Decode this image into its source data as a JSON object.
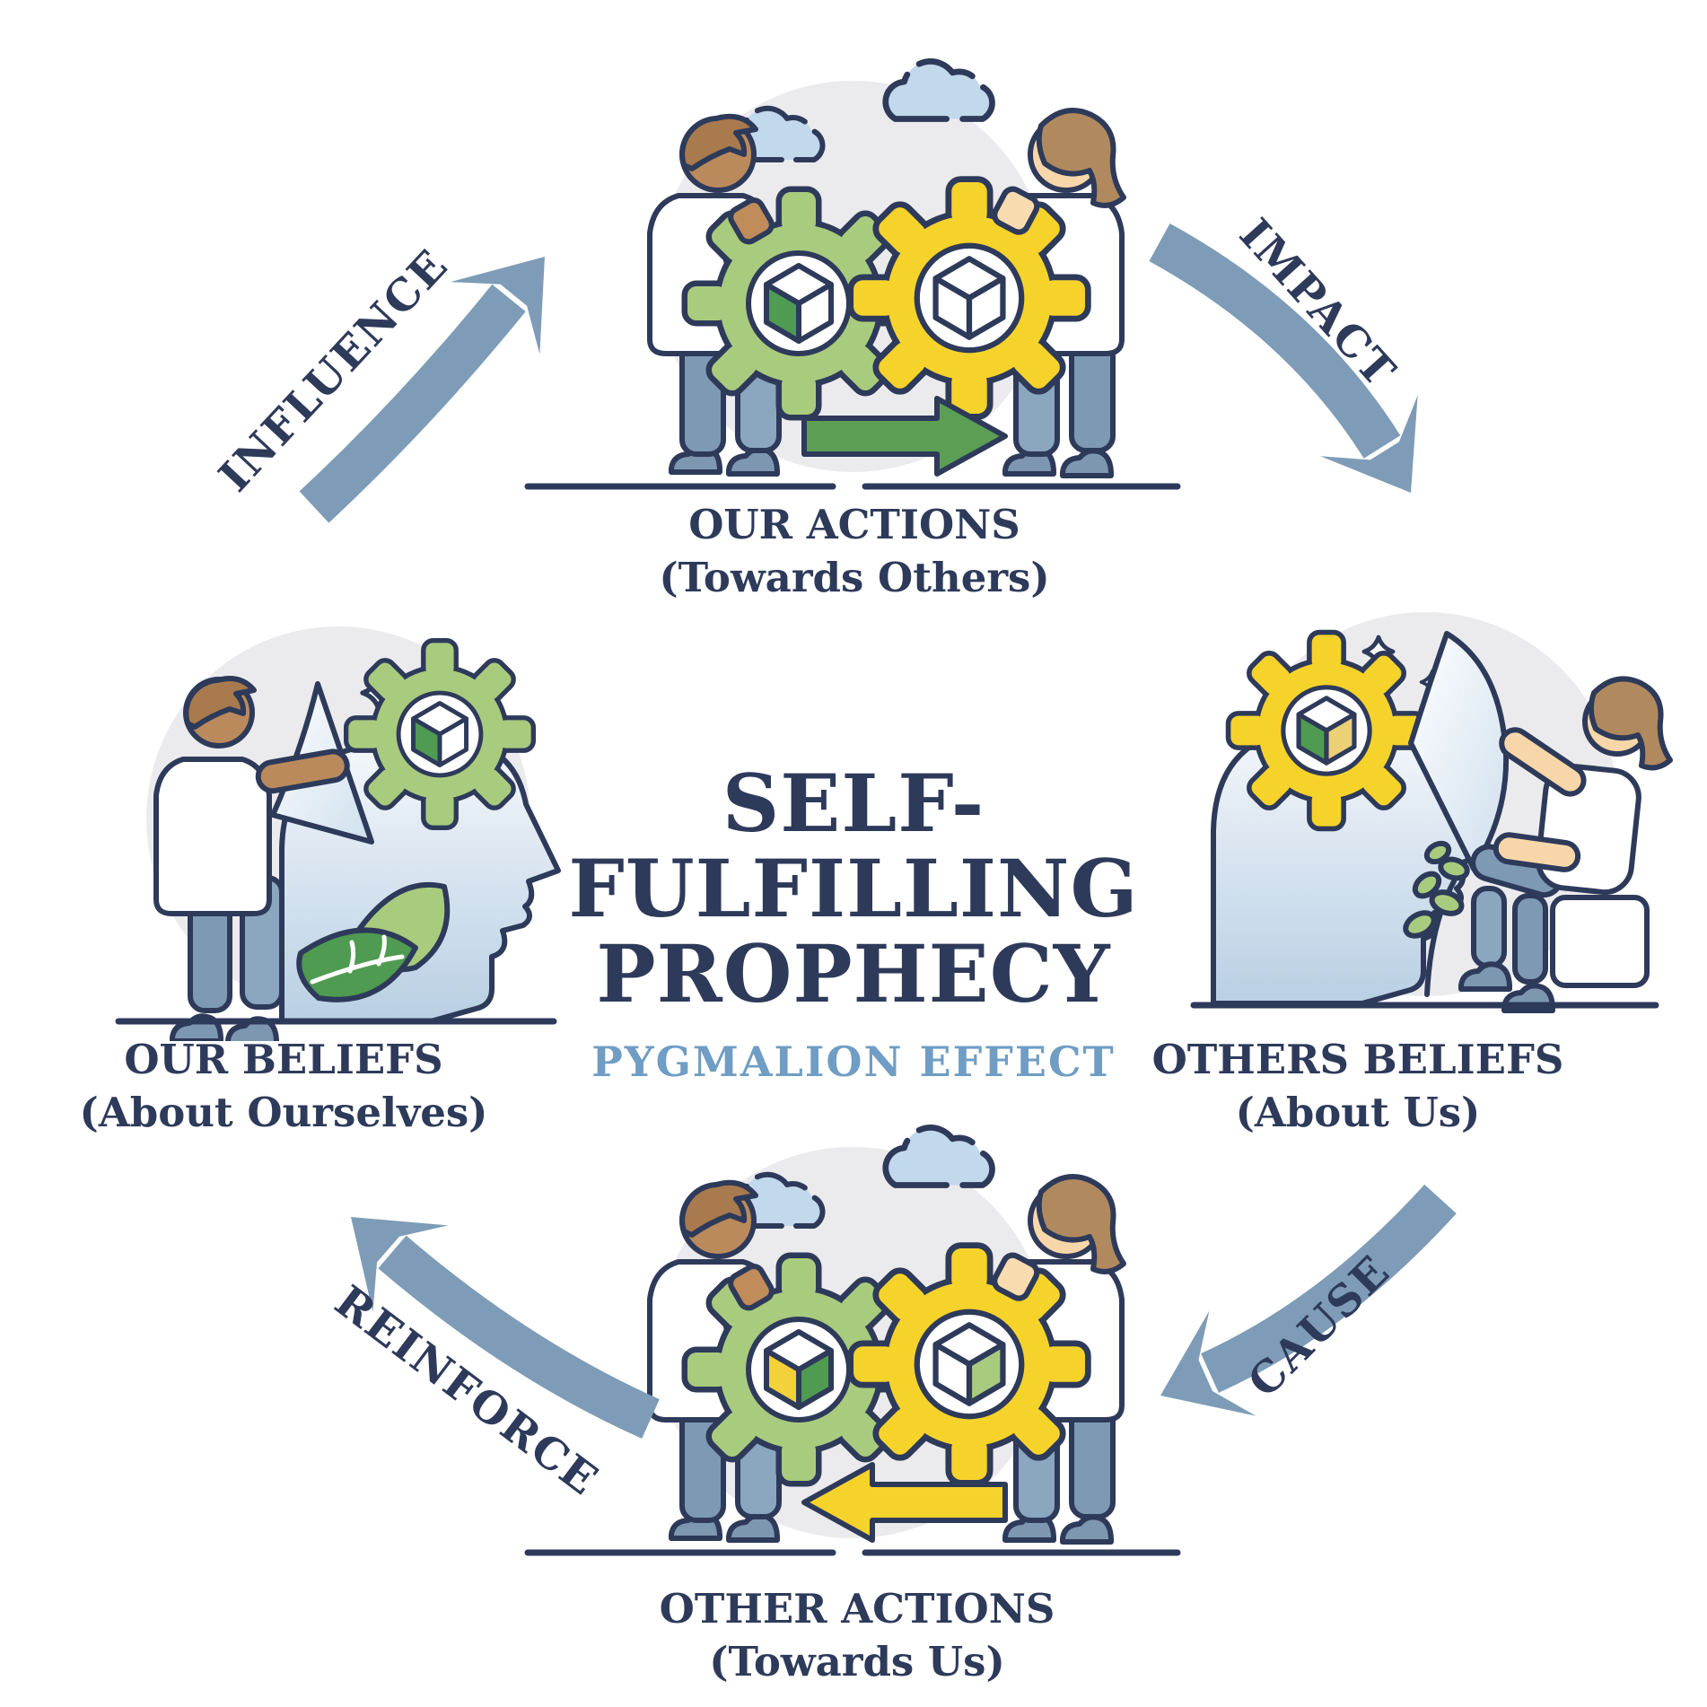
{
  "diagram": {
    "title_lines": [
      "SELF-",
      "FULFILLING",
      "PROPHECY"
    ],
    "subtitle": "PYGMALION EFFECT"
  },
  "stages": {
    "top": {
      "title": "OUR ACTIONS",
      "subtitle": "(Towards Others)"
    },
    "right": {
      "title": "OTHERS BELIEFS",
      "subtitle": "(About Us)"
    },
    "bottom": {
      "title": "OTHER ACTIONS",
      "subtitle": "(Towards Us)"
    },
    "left": {
      "title": "OUR BELIEFS",
      "subtitle": "(About Ourselves)"
    }
  },
  "arrows": {
    "influence": "INFLUENCE",
    "impact": "IMPACT",
    "cause": "CAUSE",
    "reinforce": "REINFORCE"
  },
  "icons": [
    "gear-icon",
    "cube-icon",
    "cloud-icon",
    "sparkle-icon",
    "leaf-icon",
    "plant-icon",
    "head-profile-icon",
    "person-icon",
    "direction-arrow-icon",
    "curved-arrow-icon"
  ],
  "colors": {
    "navy": "#2e3a5a",
    "steel": "#7e9cb7",
    "subtitleBlue": "#6f9dc4",
    "green": "#a9cb7e",
    "dgreen": "#4f9b51",
    "yellow": "#f6d32b",
    "paleYellow": "#f3e2a4",
    "cloud": "#c2d8ec",
    "grey": "#ebebed",
    "skinD": "#bb8a5c",
    "skinL": "#f7d7a9",
    "hairD": "#a87a4e",
    "hairL": "#b08a5e",
    "pants": "#7e99b4",
    "pantsL": "#8ba6bf",
    "shoe": "#7e97b0",
    "agreen": "#5c9e54",
    "handD": "#c08c5a",
    "handL": "#f8dcb0"
  }
}
